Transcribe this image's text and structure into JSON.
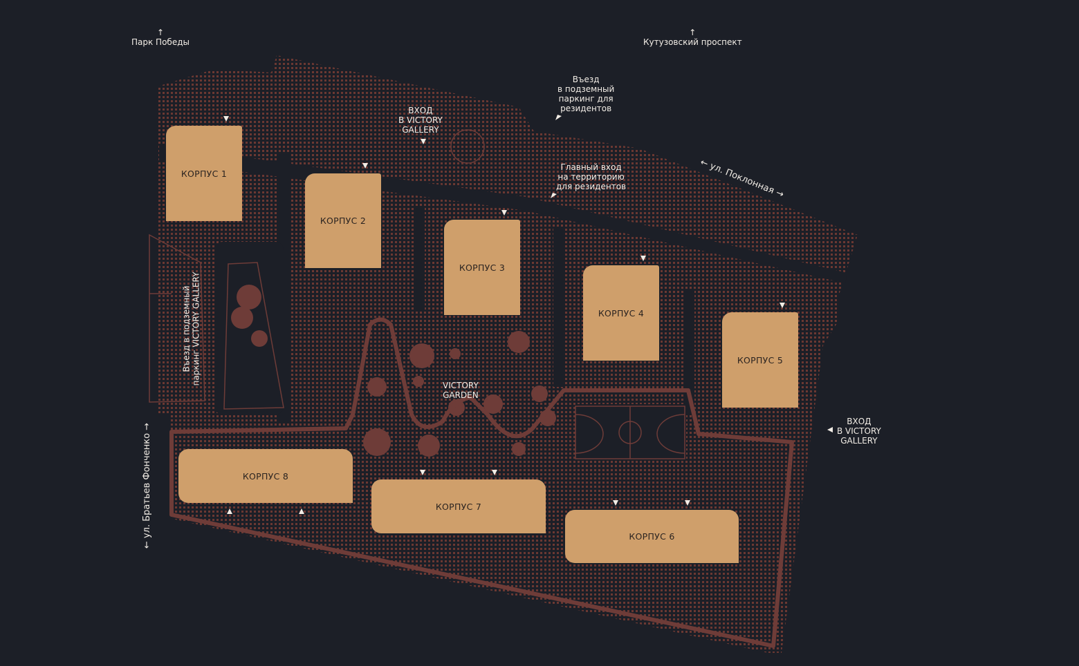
{
  "colors": {
    "background": "#1c1f27",
    "building": "#cf9f6b",
    "territory": "#6b3832",
    "path": "#6e3c38"
  },
  "streets": {
    "park": "↑\nПарк Победы",
    "park_arrow": "↑",
    "park_name": "Парк Победы",
    "kutuzovsky_arrow": "↑",
    "kutuzovsky_name": "Кутузовский проспект",
    "poklonnaya": "← ул. Поклонная →",
    "fonchenko": "← ул. Братьев Фонченко →"
  },
  "annotations": {
    "parking_residents": [
      "Въезд",
      "в подземный",
      "паркинг для",
      "резидентов"
    ],
    "main_entrance": [
      "Главный вход",
      "на территорию",
      "для резидентов"
    ],
    "gallery_entrance_top": [
      "ВХОД",
      "В VICTORY",
      "GALLERY"
    ],
    "gallery_entrance_right": [
      "ВХОД",
      "В VICTORY",
      "GALLERY"
    ],
    "gallery_parking": [
      "Въезд в подземный",
      "паркинг VICTORY GALLERY"
    ],
    "garden": [
      "VICTORY",
      "GARDEN"
    ]
  },
  "buildings": [
    {
      "label": "КОРПУС 1"
    },
    {
      "label": "КОРПУС 2"
    },
    {
      "label": "КОРПУС 3"
    },
    {
      "label": "КОРПУС 4"
    },
    {
      "label": "КОРПУС 5"
    },
    {
      "label": "КОРПУС 6"
    },
    {
      "label": "КОРПУС 7"
    },
    {
      "label": "КОРПУС 8"
    }
  ]
}
